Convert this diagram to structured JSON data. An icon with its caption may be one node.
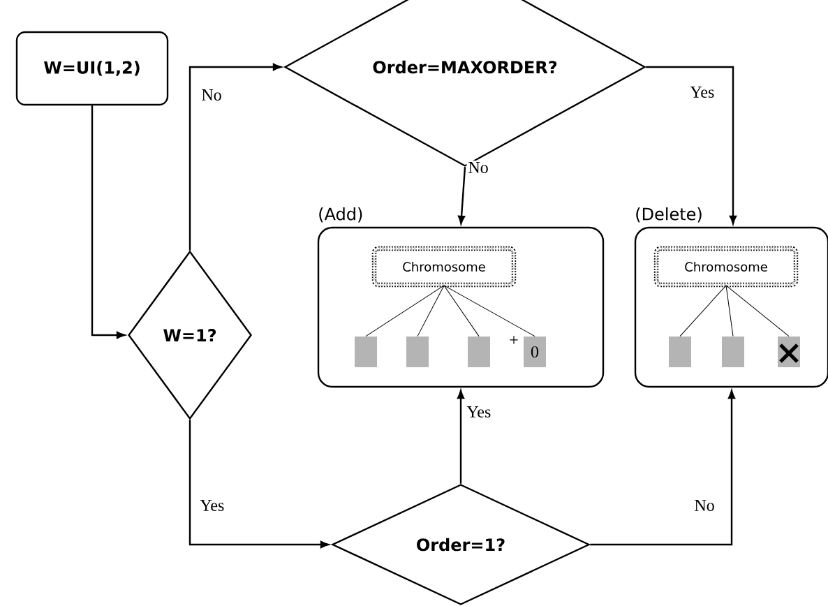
{
  "diagram": {
    "nodes": [
      {
        "text": [
          "W=UI(1,2)"
        ]
      },
      {
        "text": [
          "W=1?"
        ]
      },
      {
        "text": [
          "Order=MAXORDER?"
        ]
      },
      {
        "text": [
          "(Add)"
        ]
      },
      {
        "text": [
          "Chromosome"
        ],
        "in": 3
      },
      {
        "text": [],
        "shape": "box",
        "in": 3
      },
      {
        "text": [],
        "shape": "box",
        "in": 3
      },
      {
        "text": [],
        "shape": "box",
        "in": 3
      },
      {
        "text": [
          "0"
        ],
        "in": 3
      },
      {
        "text": [
          "(Delete)"
        ]
      },
      {
        "text": [
          "Chromosome"
        ],
        "in": 9
      },
      {
        "text": [],
        "shape": "box",
        "in": 9
      },
      {
        "text": [],
        "shape": "box",
        "in": 9
      },
      {
        "text": [],
        "shape": "box",
        "in": 9
      },
      {
        "text": [
          "Order=1?"
        ]
      }
    ],
    "edges": [
      {
        "from": 0,
        "to": 1,
        "arrow": "to"
      },
      {
        "from": 1,
        "to": 2,
        "arrow": "to",
        "label": "No"
      },
      {
        "from": 2,
        "to": 3,
        "arrow": "to",
        "label": "No"
      },
      {
        "from": 2,
        "to": 9,
        "arrow": "to",
        "label": "Yes"
      },
      {
        "from": 14,
        "to": 3,
        "arrow": "to",
        "label": "Yes"
      },
      {
        "from": 14,
        "to": 9,
        "arrow": "to",
        "label": "No"
      },
      {
        "from": 1,
        "to": 14,
        "arrow": "to",
        "label": "Yes"
      },
      {
        "from": 4,
        "to": 5,
        "arrow": "none"
      },
      {
        "from": 4,
        "to": 6,
        "arrow": "none"
      },
      {
        "from": 4,
        "to": 7,
        "arrow": "none"
      },
      {
        "from": 4,
        "to": 8,
        "arrow": "none"
      },
      {
        "from": 10,
        "to": 11,
        "arrow": "none"
      },
      {
        "from": 10,
        "to": 12,
        "arrow": "none"
      },
      {
        "from": 10,
        "to": 13,
        "arrow": "none"
      }
    ],
    "labels": [
      "+"
    ]
  }
}
